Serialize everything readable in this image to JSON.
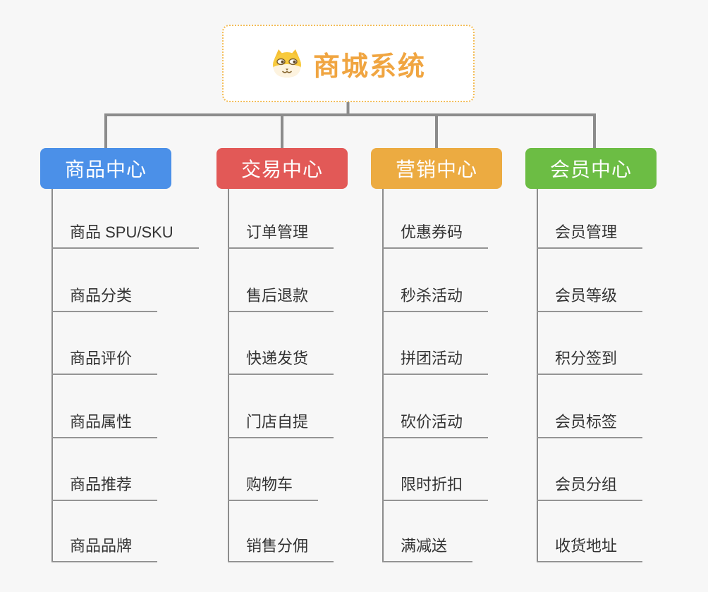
{
  "page": {
    "background_color": "#f7f7f7",
    "connector_color": "#8c8c8c",
    "underline_color": "#949494",
    "leaf_text_color": "#333333"
  },
  "root": {
    "title": "商城系统",
    "icon": "shiba-dog-face-icon",
    "title_color": "#f0a541",
    "border_color": "#f3bd58",
    "icon_colors": {
      "fur": "#f8ca3d",
      "muzzle": "#fdf3df",
      "detail": "#8a6a35"
    }
  },
  "branches": [
    {
      "label": "商品中心",
      "color": "#4b90e8",
      "items": [
        "商品 SPU/SKU",
        "商品分类",
        "商品评价",
        "商品属性",
        "商品推荐",
        "商品品牌"
      ]
    },
    {
      "label": "交易中心",
      "color": "#e25957",
      "items": [
        "订单管理",
        "售后退款",
        "快递发货",
        "门店自提",
        "购物车",
        "销售分佣"
      ]
    },
    {
      "label": "营销中心",
      "color": "#ecab41",
      "items": [
        "优惠券码",
        "秒杀活动",
        "拼团活动",
        "砍价活动",
        "限时折扣",
        "满减送"
      ]
    },
    {
      "label": "会员中心",
      "color": "#6cbd44",
      "items": [
        "会员管理",
        "会员等级",
        "积分签到",
        "会员标签",
        "会员分组",
        "收货地址"
      ]
    }
  ]
}
